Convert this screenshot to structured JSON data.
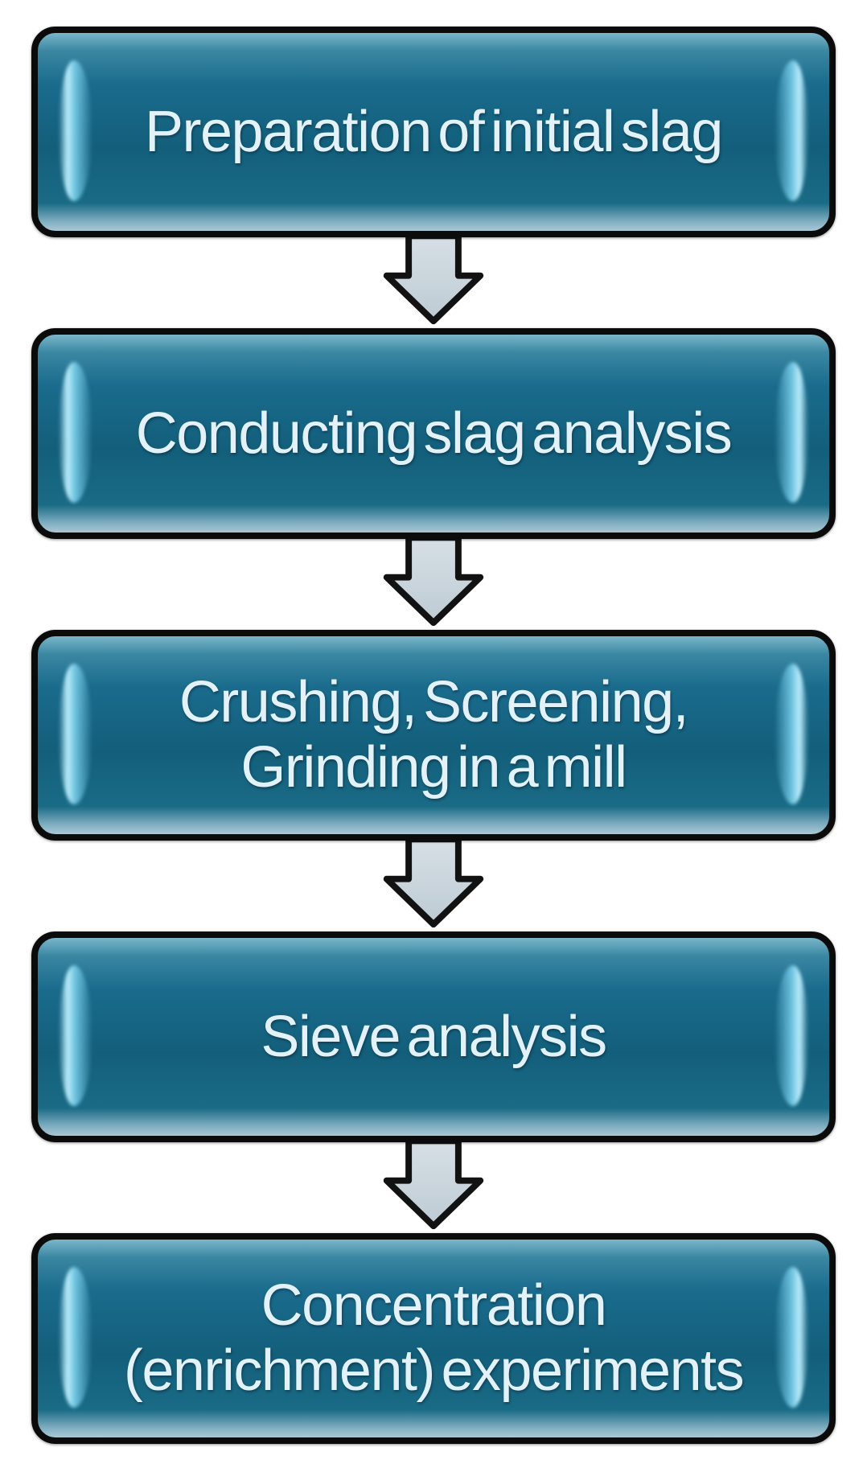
{
  "figure": {
    "type": "flowchart",
    "direction": "top-down",
    "steps": [
      {
        "label": "Preparation of initial slag"
      },
      {
        "label": "Conducting slag analysis"
      },
      {
        "label": "Crushing, Screening,\nGrinding in a mill"
      },
      {
        "label": "Sieve analysis"
      },
      {
        "label": "Concentration\n(enrichment) experiments"
      }
    ],
    "connector": "block-down-arrow",
    "colors": {
      "background": "#ffffff",
      "box_fill": "#15657f",
      "box_fill_top_band": "#7ab6ca",
      "box_fill_bottom_band": "#abc8d4",
      "box_bevel_highlight": "#bdeefc",
      "box_border": "#0b0b0b",
      "text": "#e3f2f8",
      "arrow_fill": "#ccd7de",
      "arrow_border": "#121212"
    }
  }
}
